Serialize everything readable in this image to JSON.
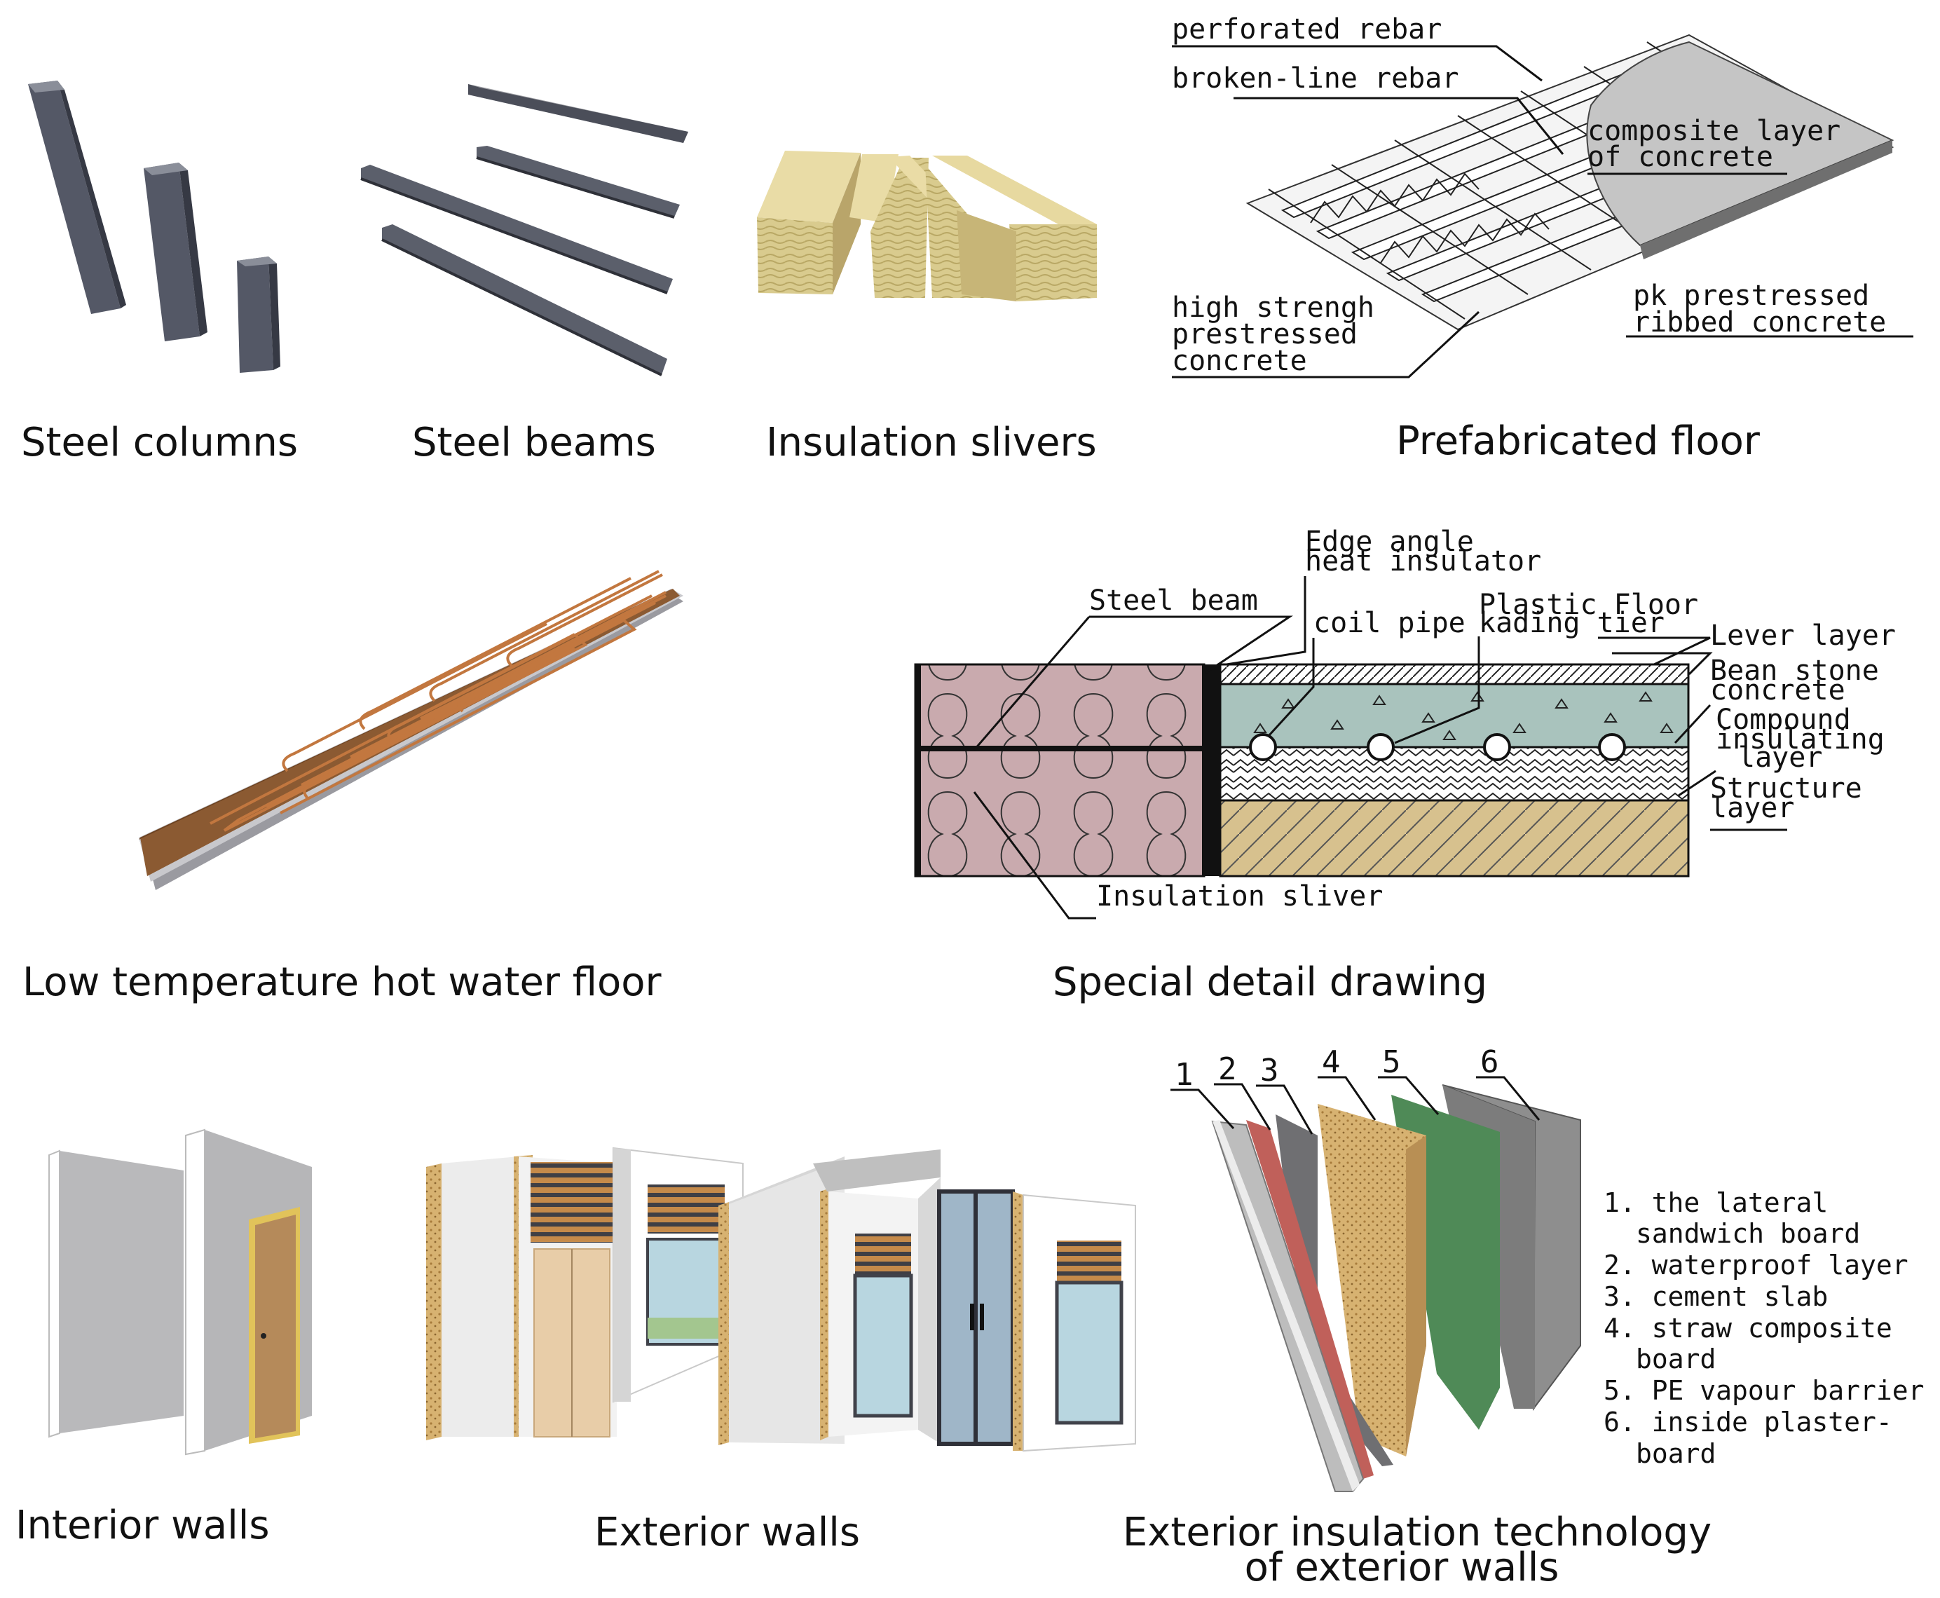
{
  "captions": {
    "steel_columns": "Steel columns",
    "steel_beams": "Steel beams",
    "insulation_slivers": "Insulation slivers",
    "prefab_floor": "Prefabricated floor",
    "hot_water_floor": "Low temperature hot water floor",
    "special_detail": "Special detail drawing",
    "interior_walls": "Interior walls",
    "exterior_walls": "Exterior walls",
    "ext_insulation_line1": "Exterior insulation technology",
    "ext_insulation_line2": "of exterior walls"
  },
  "prefab_floor_labels": {
    "perforated_rebar": "perforated rebar",
    "broken_line_rebar": "broken-line rebar",
    "composite_layer_1": "composite layer",
    "composite_layer_2": "of concrete",
    "high_strength_1": "high strengh",
    "high_strength_2": "prestressed",
    "high_strength_3": "concrete",
    "pk_1": "pk prestressed",
    "pk_2": "ribbed concrete"
  },
  "detail_labels": {
    "edge_angle_1": "Edge angle",
    "edge_angle_2": "heat insulator",
    "steel_beam": "Steel beam",
    "plastic_floor_1": "Plastic Floor",
    "plastic_floor_2": "kading tier",
    "coil_pipe": "coil pipe",
    "lever_layer": "Lever layer",
    "bean_stone_1": "Bean stone",
    "bean_stone_2": "concrete",
    "compound_1": "Compound",
    "compound_2": "insulating",
    "compound_3": "layer",
    "structure_1": "Structure",
    "structure_2": "layer",
    "insulation_sliver": "Insulation sliver"
  },
  "wall_layers": {
    "numbers": [
      "1",
      "2",
      "3",
      "4",
      "5",
      "6"
    ],
    "legend": [
      "1. the lateral",
      "sandwich board",
      "2. waterproof layer",
      "3. cement slab",
      "4. straw composite",
      "board",
      "5. PE vapour barrier",
      "6. inside plaster-",
      "board"
    ]
  },
  "colors": {
    "steel": "#5b5f6b",
    "insulation": "#d8c98a",
    "wood_floor": "#8b5a32",
    "pink_block": "#c9aaae",
    "concrete_teal": "#a9c3bd",
    "structure_tan": "#d6c08c",
    "door_brown": "#b58a5a",
    "membrane_green": "#4f8a57",
    "waterproof_red": "#c0605a"
  }
}
